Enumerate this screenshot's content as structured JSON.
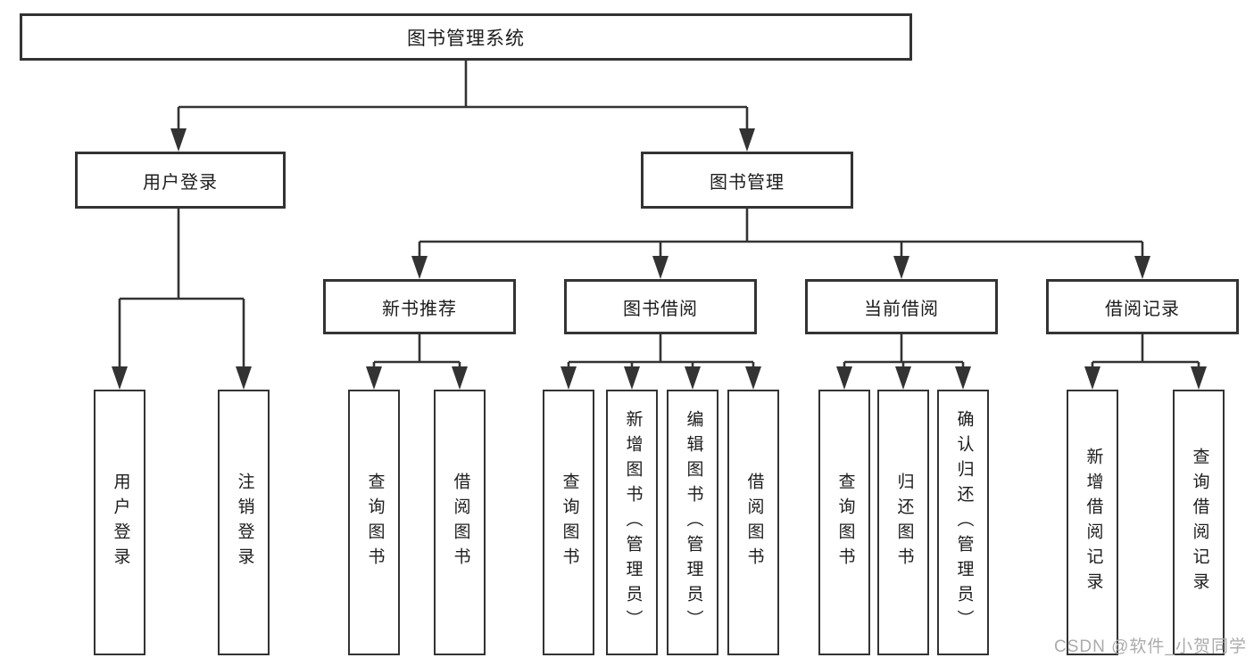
{
  "diagram": {
    "root": {
      "label": "图书管理系统"
    },
    "branches": [
      {
        "label": "用户登录",
        "children": [
          "用户登录",
          "注销登录"
        ]
      },
      {
        "label": "图书管理",
        "children": [
          {
            "label": "新书推荐",
            "children": [
              "查询图书",
              "借阅图书"
            ]
          },
          {
            "label": "图书借阅",
            "children": [
              "查询图书",
              "新增图书（管理员）",
              "编辑图书（管理员）",
              "借阅图书"
            ]
          },
          {
            "label": "当前借阅",
            "children": [
              "查询图书",
              "归还图书",
              "确认归还（管理员）"
            ]
          },
          {
            "label": "借阅记录",
            "children": [
              "新增借阅记录",
              "查询借阅记录"
            ]
          }
        ]
      }
    ]
  },
  "watermark": "CSDN @软件_小贺同学",
  "colors": {
    "line": "#333333",
    "border": "#333333",
    "text": "#1c1c1c",
    "background": "#ffffff",
    "watermark": "#ababab"
  }
}
